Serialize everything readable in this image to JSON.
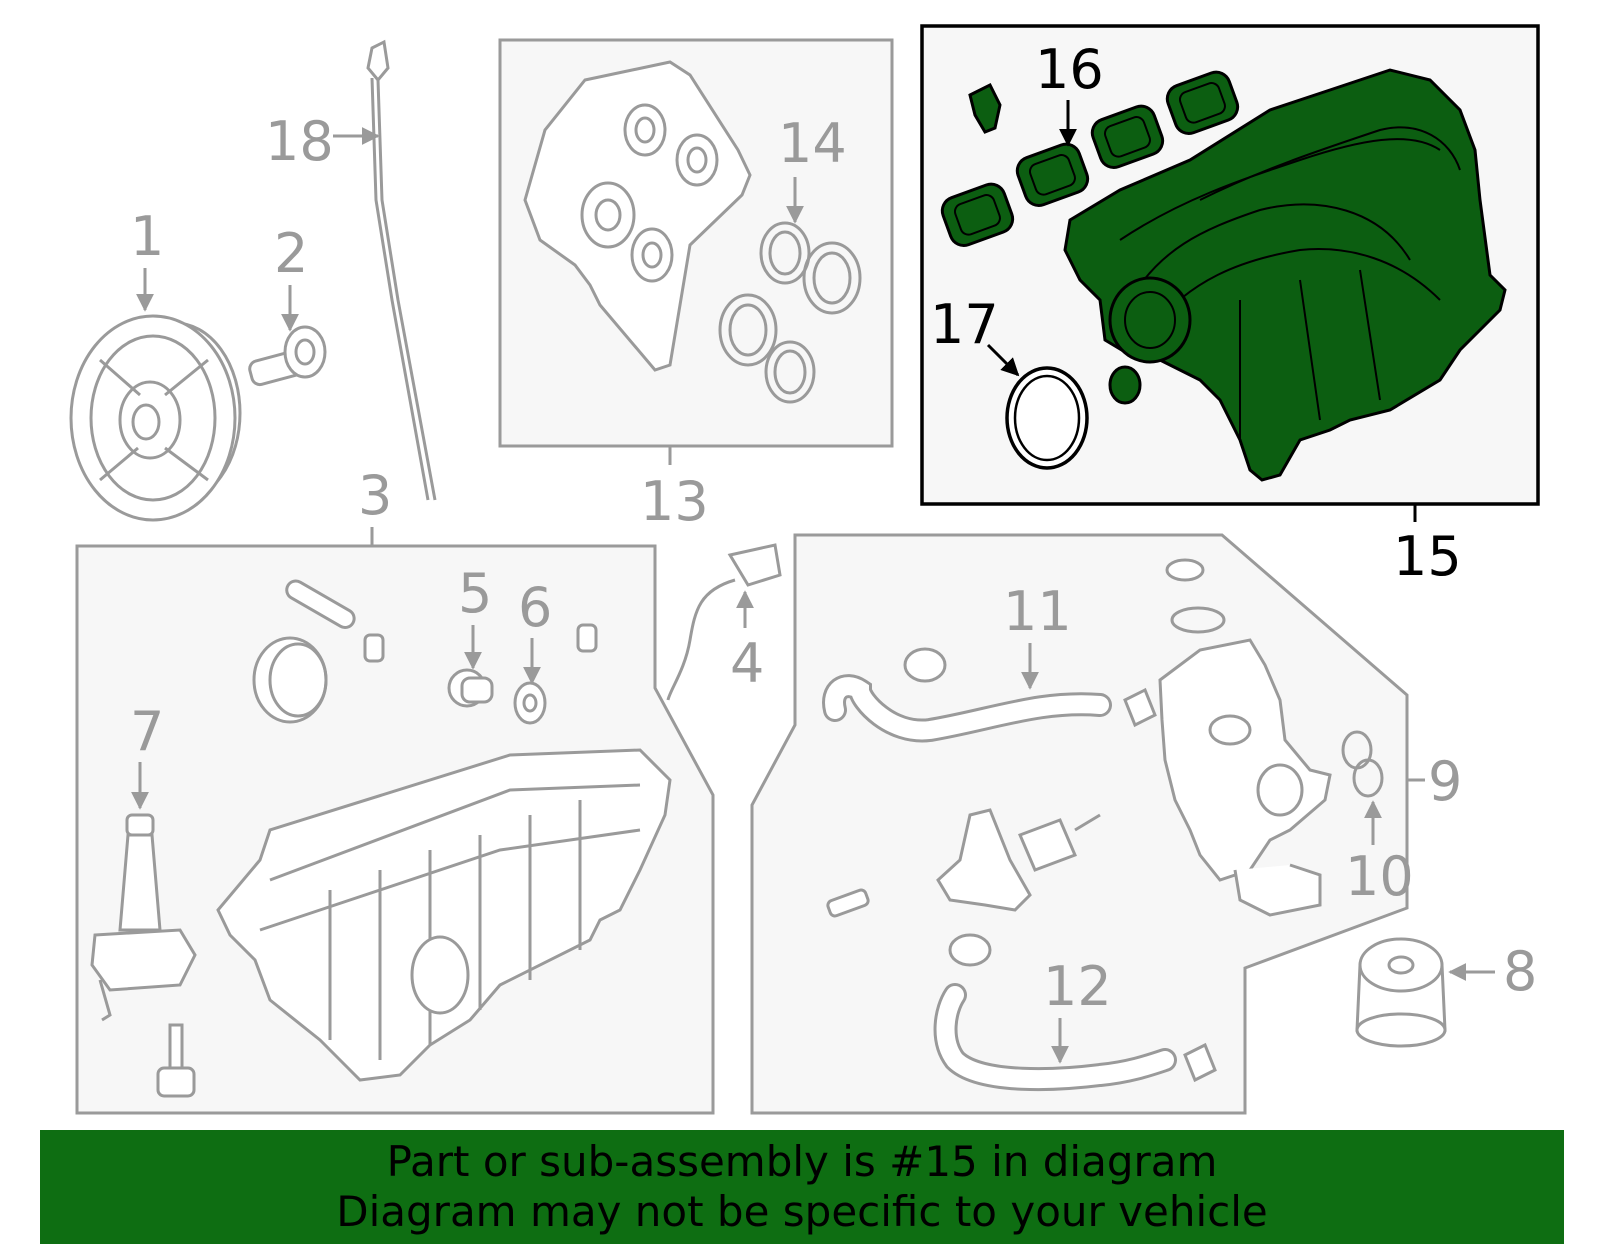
{
  "callouts": [
    "1",
    "2",
    "3",
    "4",
    "5",
    "6",
    "7",
    "8",
    "9",
    "10",
    "11",
    "12",
    "13",
    "14",
    "15",
    "16",
    "17",
    "18"
  ],
  "highlighted_part": "15",
  "colors": {
    "highlight_fill": "#0c5e11",
    "banner_bg": "#0e6e12",
    "line_grey": "#9a9a9a",
    "box_fill": "#f7f7f7"
  },
  "banner": {
    "line1": "Part or sub-assembly is #15 in diagram",
    "line2": "Diagram may not be specific to your vehicle"
  }
}
